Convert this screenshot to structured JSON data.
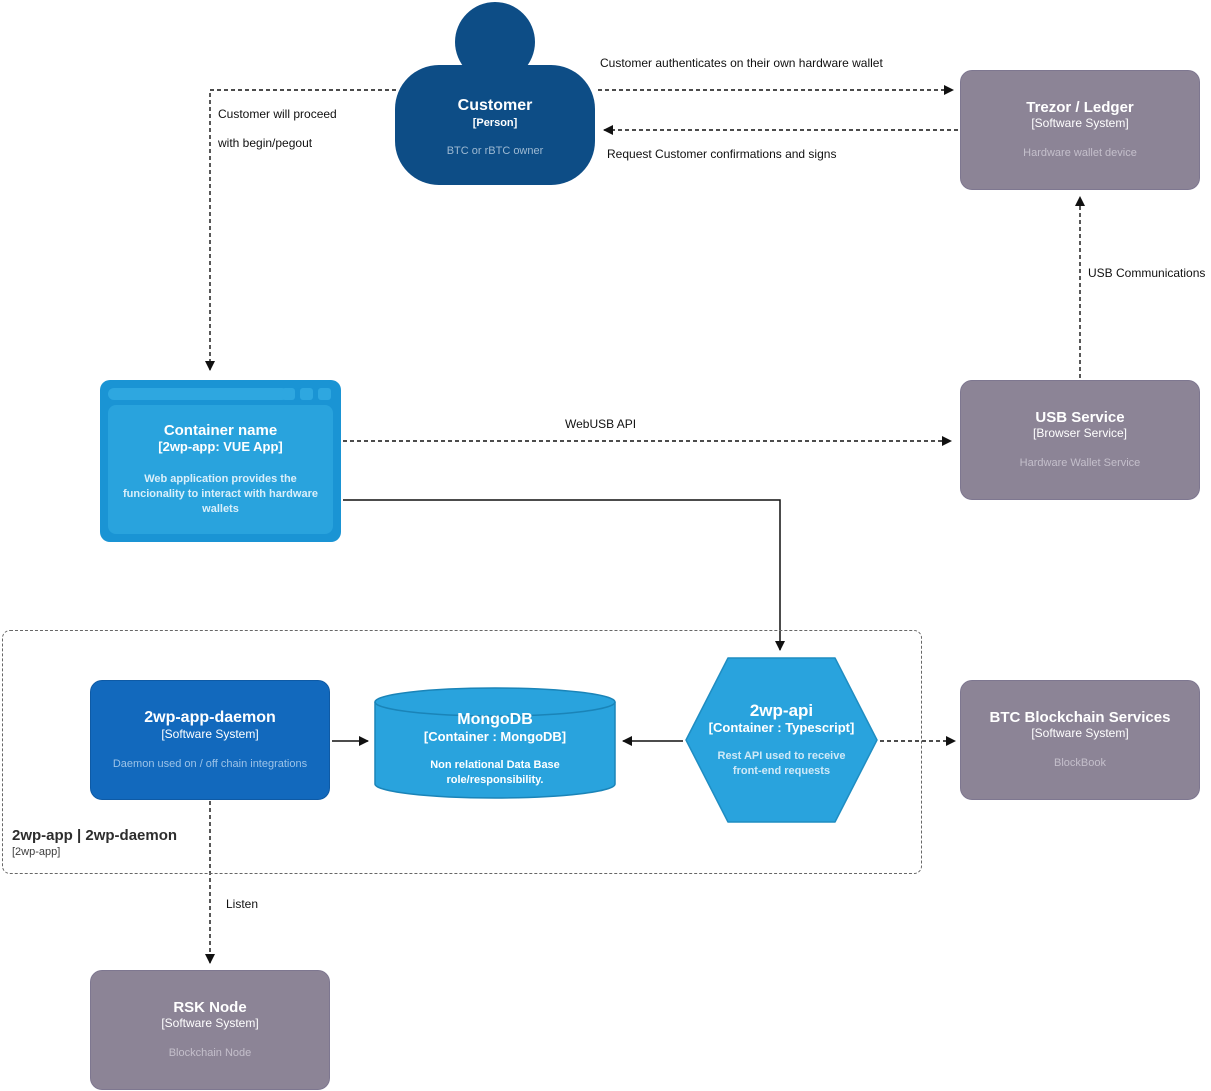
{
  "nodes": {
    "customer": {
      "title": "Customer",
      "subtitle": "[Person]",
      "description": "BTC or rBTC owner"
    },
    "trezor": {
      "title": "Trezor / Ledger",
      "subtitle": "[Software System]",
      "description": "Hardware wallet device"
    },
    "container": {
      "title": "Container name",
      "subtitle": "[2wp-app: VUE App]",
      "description": "Web application provides the funcionality to interact with hardware wallets"
    },
    "usb": {
      "title": "USB Service",
      "subtitle": "[Browser Service]",
      "description": "Hardware Wallet Service"
    },
    "daemon": {
      "title": "2wp-app-daemon",
      "subtitle": "[Software System]",
      "description": "Daemon used on / off chain integrations"
    },
    "mongodb": {
      "title": "MongoDB",
      "subtitle": "[Container : MongoDB]",
      "description": "Non relational Data Base role/responsibility."
    },
    "api": {
      "title": "2wp-api",
      "subtitle": "[Container : Typescript]",
      "description": "Rest API used to receive front-end requests"
    },
    "btc": {
      "title": "BTC Blockchain Services",
      "subtitle": "[Software System]",
      "description": "BlockBook"
    },
    "rsk": {
      "title": "RSK Node",
      "subtitle": "[Software System]",
      "description": "Blockchain Node"
    }
  },
  "boundary": {
    "title": "2wp-app | 2wp-daemon",
    "subtitle": "[2wp-app]"
  },
  "edges": {
    "authenticate": "Customer authenticates on their own hardware wallet",
    "confirmations": "Request Customer confirmations and signs",
    "proceed_line1": "Customer will proceed",
    "proceed_line2": "with begin/pegout",
    "webusb": "WebUSB API",
    "usb_comm": "USB Communications",
    "listen": "Listen"
  },
  "colors": {
    "person": "#0d4d86",
    "container_blue": "#1269bd",
    "light_blue": "#29a3dd",
    "external_gray": "#8c8496",
    "line": "#111111"
  }
}
